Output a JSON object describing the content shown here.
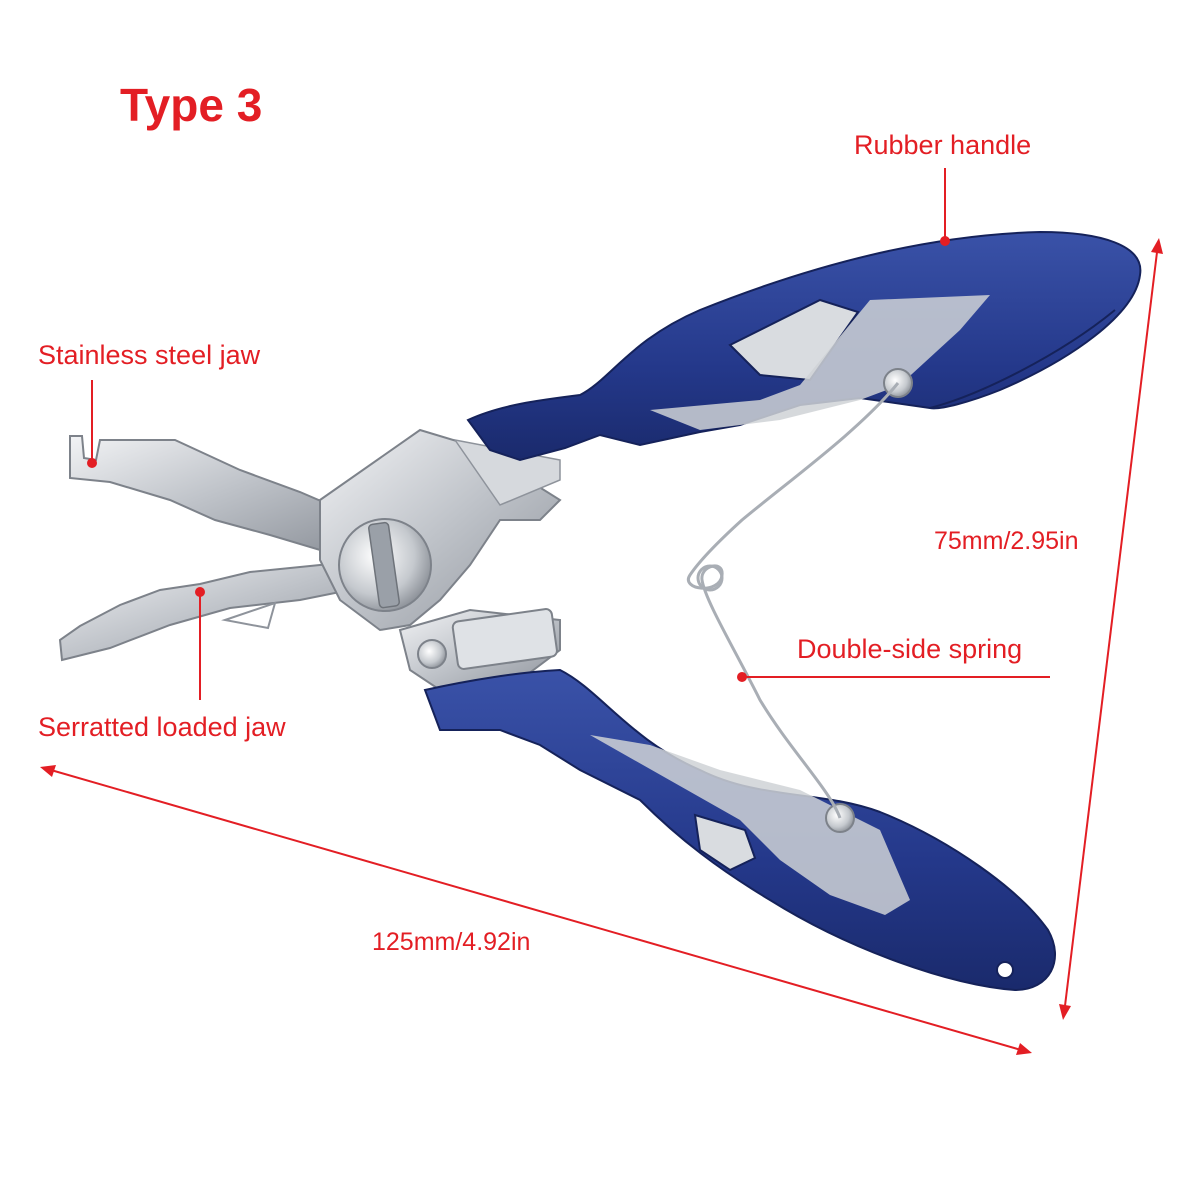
{
  "title": "Type 3",
  "callouts": {
    "rubber_handle": "Rubber handle",
    "stainless_jaw": "Stainless steel jaw",
    "serrated_jaw": "Serratted loaded jaw",
    "spring": "Double-side spring"
  },
  "dimensions": {
    "length": "125mm/4.92in",
    "width": "75mm/2.95in"
  },
  "colors": {
    "accent": "#e31e24",
    "handle": "#2a3f8f",
    "steel": "#c9ccd1",
    "background": "#ffffff"
  }
}
